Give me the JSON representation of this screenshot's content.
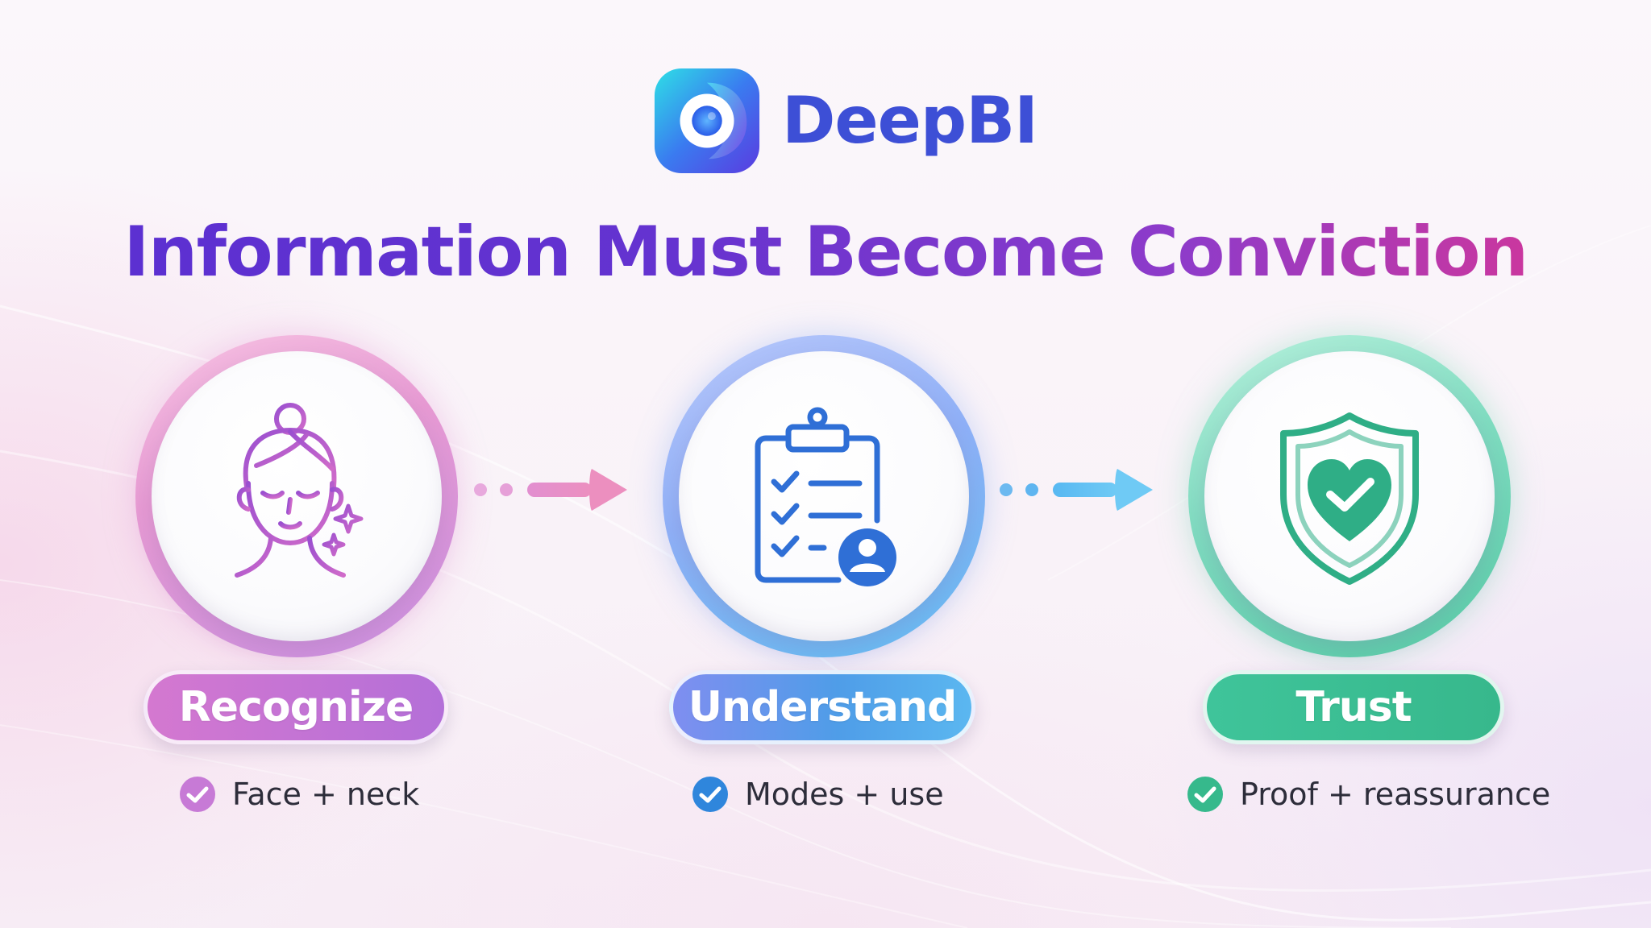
{
  "brand": {
    "name": "DeepBI"
  },
  "headline": {
    "text": "Information Must Become Conviction"
  },
  "steps": [
    {
      "label": "Recognize",
      "caption": "Face + neck",
      "icon": "face-icon",
      "accent": "#c77ad6"
    },
    {
      "label": "Understand",
      "caption": "Modes + use",
      "icon": "clipboard-checklist-icon",
      "accent": "#2f86dc"
    },
    {
      "label": "Trust",
      "caption": "Proof + reassurance",
      "icon": "shield-heart-icon",
      "accent": "#36b98c"
    }
  ],
  "colors": {
    "headline_start": "#5a2fd1",
    "headline_end": "#e0358f",
    "brand_text": "#3d4fd6"
  }
}
